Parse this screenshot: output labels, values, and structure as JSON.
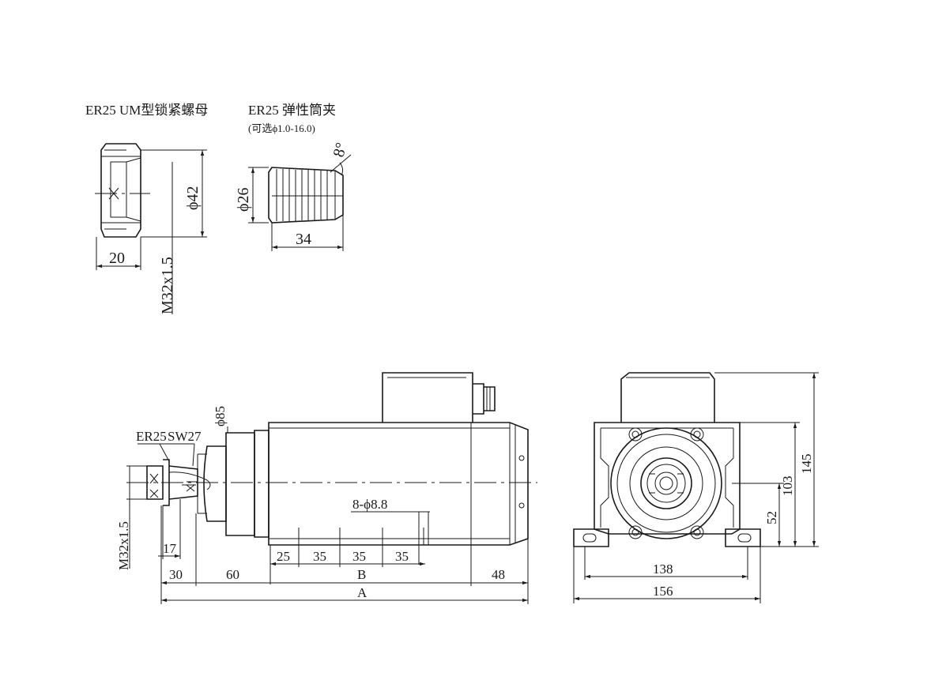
{
  "nut_view": {
    "title": "ER25 UM型锁紧螺母",
    "dim_diameter": "ϕ42",
    "dim_width": "20",
    "dim_thread": "M32x1.5"
  },
  "collet_view": {
    "title": "ER25  弹性筒夹",
    "subtitle": "(可选ϕ1.0-16.0)",
    "dim_angle": "8°",
    "dim_diameter": "ϕ26",
    "dim_length": "34"
  },
  "side_view": {
    "label_collet": "ER25",
    "label_wrench": "SW27",
    "dim_flange": "ϕ85",
    "dim_thread": "M32x1.5",
    "dim_17": "17",
    "dim_holes": "8-ϕ8.8",
    "dim_25": "25",
    "dim_35a": "35",
    "dim_35b": "35",
    "dim_35c": "35",
    "dim_30": "30",
    "dim_60": "60",
    "dim_B": "B",
    "dim_48": "48",
    "dim_A": "A"
  },
  "front_view": {
    "dim_145": "145",
    "dim_103": "103",
    "dim_52": "52",
    "dim_138": "138",
    "dim_156": "156"
  }
}
